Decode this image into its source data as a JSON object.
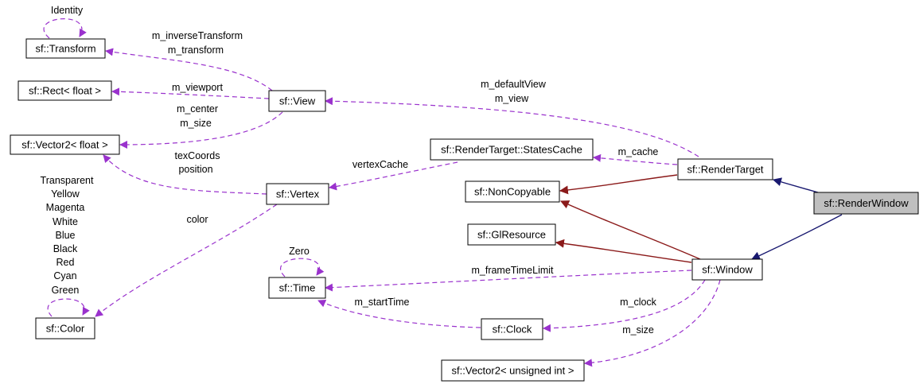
{
  "nodes": {
    "transform": "sf::Transform",
    "rect": "sf::Rect< float >",
    "vector2f": "sf::Vector2< float >",
    "color": "sf::Color",
    "view": "sf::View",
    "vertex": "sf::Vertex",
    "time": "sf::Time",
    "clock": "sf::Clock",
    "vector2u": "sf::Vector2< unsigned int >",
    "statescache": "sf::RenderTarget::StatesCache",
    "noncopyable": "sf::NonCopyable",
    "glresource": "sf::GlResource",
    "rendertarget": "sf::RenderTarget",
    "window": "sf::Window",
    "renderwindow": "sf::RenderWindow"
  },
  "edge_labels": {
    "identity": "Identity",
    "inverse_transform": "m_inverseTransform",
    "transform": "m_transform",
    "viewport": "m_viewport",
    "center": "m_center",
    "size_view": "m_size",
    "tex_coords": "texCoords",
    "position": "position",
    "vertex_cache": "vertexCache",
    "default_view": "m_defaultView",
    "view": "m_view",
    "cache": "m_cache",
    "color": "color",
    "color_constants": [
      "Transparent",
      "Yellow",
      "Magenta",
      "White",
      "Blue",
      "Black",
      "Red",
      "Cyan",
      "Green"
    ],
    "zero": "Zero",
    "frame_time_limit": "m_frameTimeLimit",
    "start_time": "m_startTime",
    "clock": "m_clock",
    "size_window": "m_size"
  },
  "colors": {
    "usage_edge": "#9a32cd",
    "public_inheritance": "#191970",
    "private_inheritance": "#8b1a1a",
    "focus_node_fill": "#bfbfbf"
  }
}
